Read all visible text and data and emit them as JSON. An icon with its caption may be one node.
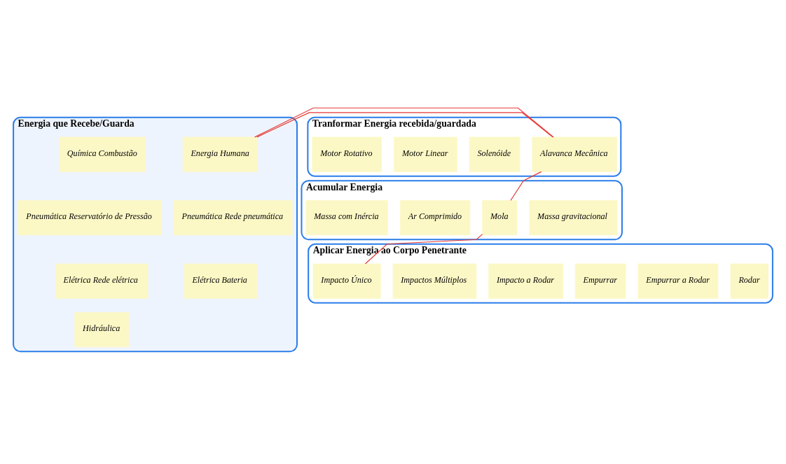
{
  "diagram": {
    "nodes": [
      {
        "text": [
          "Energia que Recebe/Guarda"
        ]
      },
      {
        "text": [
          "Química Combustão"
        ],
        "in": 0
      },
      {
        "text": [
          "Energia Humana"
        ],
        "in": 0
      },
      {
        "text": [
          "Pneumática Reservatório de Pressão"
        ],
        "in": 0
      },
      {
        "text": [
          "Pneumática Rede pneumática"
        ],
        "in": 0
      },
      {
        "text": [
          "Elétrica Rede elétrica"
        ],
        "in": 0
      },
      {
        "text": [
          "Elétrica Bateria"
        ],
        "in": 0
      },
      {
        "text": [
          "Hidráulica"
        ],
        "in": 0
      },
      {
        "text": [
          "Tranformar Energia recebida/guardada"
        ]
      },
      {
        "text": [
          "Motor Rotativo"
        ],
        "in": 8
      },
      {
        "text": [
          "Motor Linear"
        ],
        "in": 8
      },
      {
        "text": [
          "Solenóide"
        ],
        "in": 8
      },
      {
        "text": [
          "Alavanca Mecânica"
        ],
        "in": 8
      },
      {
        "text": [
          "Acumular Energia"
        ]
      },
      {
        "text": [
          "Massa com Inércia"
        ],
        "in": 13
      },
      {
        "text": [
          "Ar Comprimido"
        ],
        "in": 13
      },
      {
        "text": [
          "Mola"
        ],
        "in": 13
      },
      {
        "text": [
          "Massa gravitacional"
        ],
        "in": 13
      },
      {
        "text": [
          "Aplicar Energia ao Corpo Penetrante"
        ]
      },
      {
        "text": [
          "Impacto Único"
        ],
        "in": 18
      },
      {
        "text": [
          "Impactos Múltiplos"
        ],
        "in": 18
      },
      {
        "text": [
          "Impacto a Rodar"
        ],
        "in": 18
      },
      {
        "text": [
          "Empurrar"
        ],
        "in": 18
      },
      {
        "text": [
          "Empurrar a Rodar"
        ],
        "in": 18
      },
      {
        "text": [
          "Rodar"
        ],
        "in": 18
      }
    ],
    "edges": [
      {
        "from": 2,
        "to": 12,
        "arrow": "none"
      },
      {
        "from": 12,
        "to": 16,
        "arrow": "none"
      },
      {
        "from": 16,
        "to": 19,
        "arrow": "none"
      }
    ]
  }
}
